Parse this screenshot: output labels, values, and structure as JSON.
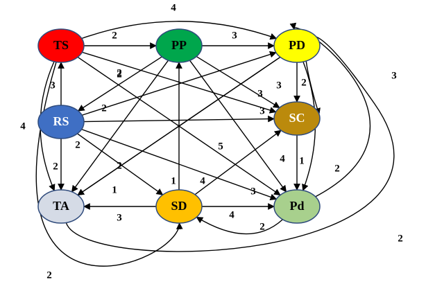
{
  "nodes": [
    {
      "id": "TS",
      "label": "TS",
      "color": "#ff0000",
      "text_color": "#000000"
    },
    {
      "id": "PP",
      "label": "PP",
      "color": "#00a64c",
      "text_color": "#000000"
    },
    {
      "id": "PD",
      "label": "PD",
      "color": "#ffff00",
      "text_color": "#000000"
    },
    {
      "id": "RS",
      "label": "RS",
      "color": "#3f6fc4",
      "text_color": "#ffffff"
    },
    {
      "id": "SC",
      "label": "SC",
      "color": "#bb8a0c",
      "text_color": "#ffffff"
    },
    {
      "id": "TA",
      "label": "TA",
      "color": "#d5dbe6",
      "text_color": "#000000"
    },
    {
      "id": "SD",
      "label": "SD",
      "color": "#ffc000",
      "text_color": "#000000"
    },
    {
      "id": "Pd",
      "label": "Pd",
      "color": "#a8d08d",
      "text_color": "#000000"
    }
  ],
  "edges": [
    {
      "from": "TS",
      "to": "PD",
      "label": "4"
    },
    {
      "from": "TS",
      "to": "PP",
      "label": "2"
    },
    {
      "from": "PP",
      "to": "PD",
      "label": "3"
    },
    {
      "from": "RS",
      "to": "TS",
      "label": "3"
    },
    {
      "from": "TS",
      "to": "SC",
      "label": "2"
    },
    {
      "from": "PD",
      "to": "SC",
      "label": "2"
    },
    {
      "from": "RS",
      "to": "PD",
      "label": "2"
    },
    {
      "from": "PP",
      "to": "SC",
      "label": "3"
    },
    {
      "from": "PD",
      "to": "TA",
      "label": "3"
    },
    {
      "from": "RS",
      "to": "SC",
      "label": "3"
    },
    {
      "from": "TS",
      "to": "TA",
      "label": "4"
    },
    {
      "from": "TS",
      "to": "Pd",
      "label": "5"
    },
    {
      "from": "RS",
      "to": "TA",
      "label": "2"
    },
    {
      "from": "PP",
      "to": "TA",
      "label": "2"
    },
    {
      "from": "PP",
      "to": "Pd",
      "label": "4"
    },
    {
      "from": "SC",
      "to": "Pd",
      "label": "1"
    },
    {
      "from": "PD",
      "to": "Pd",
      "label": "2"
    },
    {
      "from": "Pd",
      "to": "PD",
      "label": "3"
    },
    {
      "from": "SD",
      "to": "PP",
      "label": "1"
    },
    {
      "from": "SD",
      "to": "SC",
      "label": "4"
    },
    {
      "from": "RS",
      "to": "Pd",
      "label": "3"
    },
    {
      "from": "SD",
      "to": "TA",
      "label": "3"
    },
    {
      "from": "SD",
      "to": "Pd",
      "label": "4"
    },
    {
      "from": "Pd",
      "to": "SD",
      "label": "2"
    },
    {
      "from": "TA",
      "to": "SC",
      "label": "2"
    },
    {
      "from": "TS",
      "to": "SD",
      "label": "2"
    },
    {
      "from": "RS",
      "to": "SD",
      "label": "2"
    },
    {
      "from": "PP",
      "to": "RS",
      "label": "2"
    },
    {
      "from": "PD",
      "to": "TA",
      "label": "1"
    }
  ]
}
